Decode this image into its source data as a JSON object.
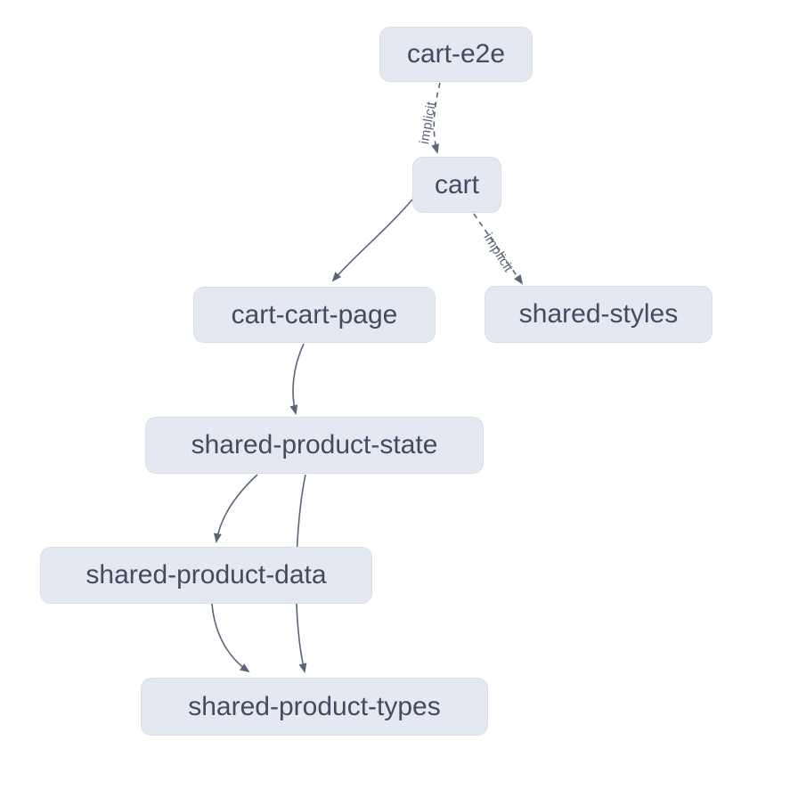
{
  "graph": {
    "nodes": [
      {
        "id": "cart-e2e",
        "label": "cart-e2e"
      },
      {
        "id": "cart",
        "label": "cart"
      },
      {
        "id": "cart-cart-page",
        "label": "cart-cart-page"
      },
      {
        "id": "shared-styles",
        "label": "shared-styles"
      },
      {
        "id": "shared-product-state",
        "label": "shared-product-state"
      },
      {
        "id": "shared-product-data",
        "label": "shared-product-data"
      },
      {
        "id": "shared-product-types",
        "label": "shared-product-types"
      }
    ],
    "edges": [
      {
        "from": "cart-e2e",
        "to": "cart",
        "type": "implicit",
        "label": "implicit"
      },
      {
        "from": "cart",
        "to": "cart-cart-page",
        "type": "static",
        "label": ""
      },
      {
        "from": "cart",
        "to": "shared-styles",
        "type": "implicit",
        "label": "implicit"
      },
      {
        "from": "cart-cart-page",
        "to": "shared-product-state",
        "type": "static",
        "label": ""
      },
      {
        "from": "shared-product-state",
        "to": "shared-product-data",
        "type": "static",
        "label": ""
      },
      {
        "from": "shared-product-state",
        "to": "shared-product-types",
        "type": "static",
        "label": ""
      },
      {
        "from": "shared-product-data",
        "to": "shared-product-types",
        "type": "static",
        "label": ""
      }
    ],
    "colors": {
      "background": "#ffffff",
      "node_fill": "#e4e8f0",
      "node_border": "#d8dee9",
      "node_text": "#424c60",
      "edge": "#5b6579",
      "edge_label": "#5b6579"
    }
  }
}
